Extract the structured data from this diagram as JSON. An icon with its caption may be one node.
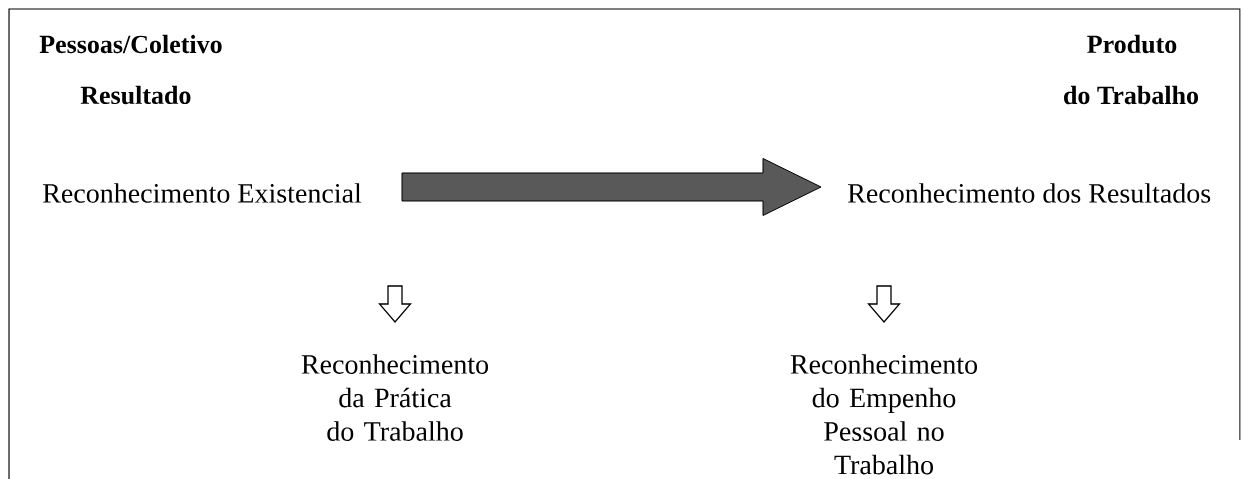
{
  "diagram": {
    "nodes": [
      {
        "text": [
          "Reconhecimento Existencial"
        ]
      },
      {
        "text": [
          "Reconhecimento dos Resultados"
        ]
      },
      {
        "text": [
          "Reconhecimento da Prática do Trabalho"
        ]
      },
      {
        "text": [
          "Reconhecimento do Empenho Pessoal no Trabalho"
        ]
      }
    ],
    "edges": [
      {
        "from": 0,
        "to": 1,
        "arrow": "to",
        "style": "thick",
        "color": "#595959"
      },
      {
        "from": null,
        "to": 2,
        "arrow": "to"
      },
      {
        "from": null,
        "to": 3,
        "arrow": "to"
      }
    ],
    "labels": [
      "Pessoas/Coletivo",
      "Resultado",
      "Produto",
      "do Trabalho"
    ]
  }
}
